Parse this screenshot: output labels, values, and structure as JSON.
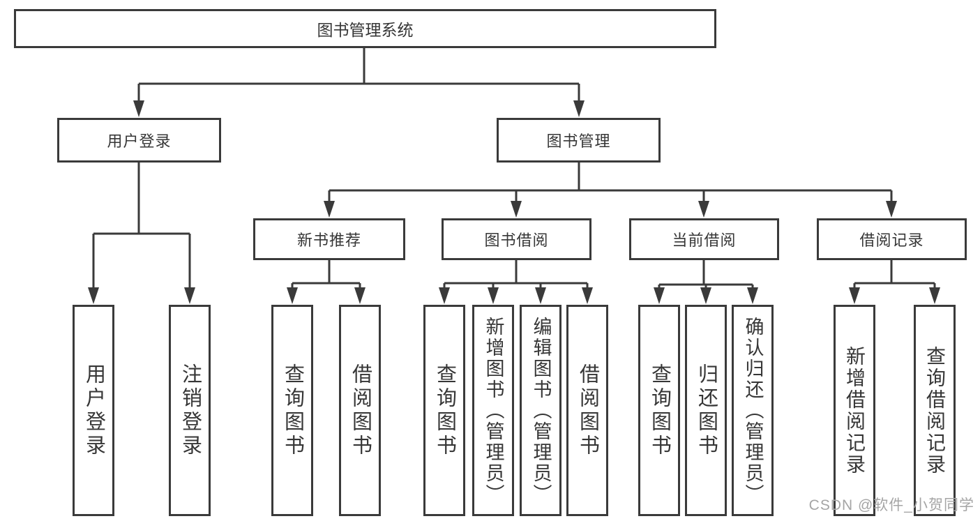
{
  "tree": {
    "label": "图书管理系统",
    "children": [
      {
        "label": "用户登录",
        "children": [
          {
            "label": "用户登录"
          },
          {
            "label": "注销登录"
          }
        ]
      },
      {
        "label": "图书管理",
        "children": [
          {
            "label": "新书推荐",
            "children": [
              {
                "label": "查询图书"
              },
              {
                "label": "借阅图书"
              }
            ]
          },
          {
            "label": "图书借阅",
            "children": [
              {
                "label": "查询图书"
              },
              {
                "label": "新增图书（管理员）"
              },
              {
                "label": "编辑图书（管理员）"
              },
              {
                "label": "借阅图书"
              }
            ]
          },
          {
            "label": "当前借阅",
            "children": [
              {
                "label": "查询图书"
              },
              {
                "label": "归还图书"
              },
              {
                "label": "确认归还（管理员）"
              }
            ]
          },
          {
            "label": "借阅记录",
            "children": [
              {
                "label": "新增借阅记录"
              },
              {
                "label": "查询借阅记录"
              }
            ]
          }
        ]
      }
    ]
  },
  "watermark": "CSDN @软件_小贺同学",
  "colors": {
    "line": "#3a3a3a",
    "box_border": "#3a3a3a",
    "text": "#363636",
    "watermark": "#a5a5a5",
    "background": "#ffffff"
  }
}
